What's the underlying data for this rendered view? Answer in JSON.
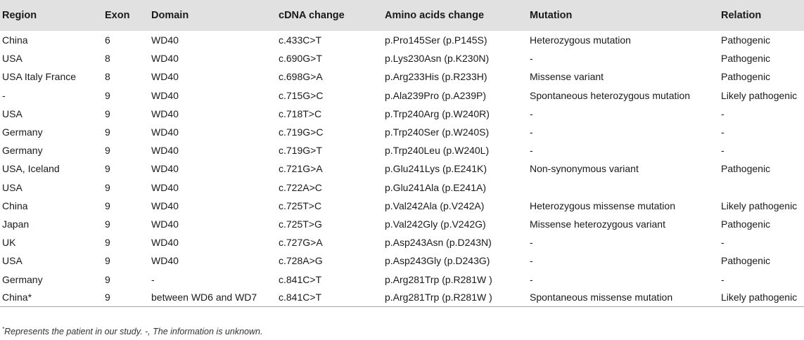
{
  "table": {
    "headers": [
      "Region",
      "Exon",
      "Domain",
      "cDNA change",
      "Amino acids change",
      "Mutation",
      "Relation"
    ],
    "rows": [
      [
        "China",
        "6",
        "WD40",
        "c.433C>T",
        "p.Pro145Ser (p.P145S)",
        "Heterozygous mutation",
        "Pathogenic"
      ],
      [
        "USA",
        "8",
        "WD40",
        "c.690G>T",
        "p.Lys230Asn (p.K230N)",
        "-",
        "Pathogenic"
      ],
      [
        "USA Italy France",
        "8",
        "WD40",
        "c.698G>A",
        "p.Arg233His (p.R233H)",
        "Missense variant",
        "Pathogenic"
      ],
      [
        "-",
        "9",
        "WD40",
        "c.715G>C",
        "p.Ala239Pro (p.A239P)",
        "Spontaneous heterozygous mutation",
        "Likely pathogenic"
      ],
      [
        "USA",
        "9",
        "WD40",
        "c.718T>C",
        "p.Trp240Arg (p.W240R)",
        "-",
        "-"
      ],
      [
        "Germany",
        "9",
        "WD40",
        "c.719G>C",
        "p.Trp240Ser (p.W240S)",
        "-",
        "-"
      ],
      [
        "Germany",
        "9",
        "WD40",
        "c.719G>T",
        "p.Trp240Leu (p.W240L)",
        "-",
        "-"
      ],
      [
        "USA, Iceland",
        "9",
        "WD40",
        "c.721G>A",
        "p.Glu241Lys (p.E241K)",
        "Non-synonymous variant",
        "Pathogenic"
      ],
      [
        "USA",
        "9",
        "WD40",
        "c.722A>C",
        "p.Glu241Ala (p.E241A)",
        "",
        ""
      ],
      [
        "China",
        "9",
        "WD40",
        "c.725T>C",
        "p.Val242Ala (p.V242A)",
        "Heterozygous missense mutation",
        "Likely pathogenic"
      ],
      [
        "Japan",
        "9",
        "WD40",
        "c.725T>G",
        "p.Val242Gly (p.V242G)",
        "Missense heterozygous variant",
        "Pathogenic"
      ],
      [
        "UK",
        "9",
        "WD40",
        "c.727G>A",
        "p.Asp243Asn (p.D243N)",
        "-",
        "-"
      ],
      [
        "USA",
        "9",
        "WD40",
        "c.728A>G",
        "p.Asp243Gly (p.D243G)",
        "-",
        "Pathogenic"
      ],
      [
        "Germany",
        "9",
        "-",
        "c.841C>T",
        "p.Arg281Trp (p.R281W )",
        "-",
        "-"
      ],
      [
        "China*",
        "9",
        "between WD6 and WD7",
        "c.841C>T",
        "p.Arg281Trp (p.R281W )",
        "Spontaneous missense mutation",
        "Likely pathogenic"
      ]
    ]
  },
  "footnote": {
    "marker": "*",
    "text": "Represents the patient in our study. -, The information is unknown."
  },
  "colors": {
    "header_bg": "#e1e1e1",
    "text": "#1a1a1a",
    "rule": "#a8a8a8"
  }
}
